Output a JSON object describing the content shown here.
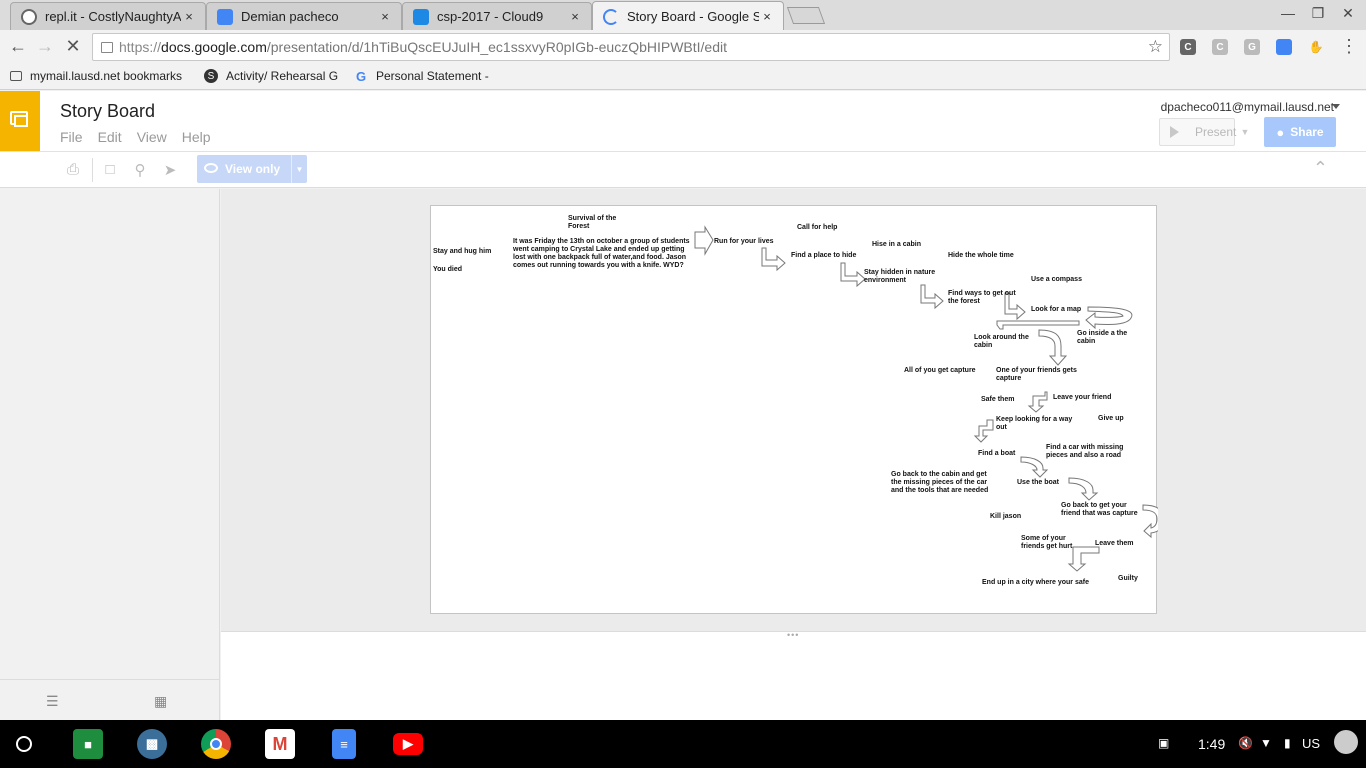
{
  "browser": {
    "tabs": [
      {
        "label": "repl.it - CostlyNaughtyA",
        "close": "×",
        "active": false
      },
      {
        "label": "Demian pacheco",
        "close": "×",
        "active": false
      },
      {
        "label": "csp-2017 - Cloud9",
        "close": "×",
        "active": false
      },
      {
        "label": "Story Board - Google Slic",
        "close": "×",
        "active": true
      }
    ],
    "url": {
      "scheme": "https://",
      "host": "docs.google.com",
      "path": "/presentation/d/1hTiBuQscEUJuIH_ec1ssxvyR0pIGb-euczQbHIPWBtI/edit"
    },
    "bookmarks": [
      {
        "label": "mymail.lausd.net bookmarks"
      },
      {
        "label": "Activity/ Rehearsal G"
      },
      {
        "label": "Personal Statement -"
      }
    ],
    "extensions": [
      {
        "letter": "C",
        "color": "#666666"
      },
      {
        "letter": "C",
        "color": "#bbbbbb"
      },
      {
        "letter": "G",
        "color": "#bbbbbb"
      },
      {
        "letter": "",
        "color": "#4285f4"
      }
    ]
  },
  "app": {
    "title": "Story Board",
    "menus": [
      "File",
      "Edit",
      "View",
      "Help"
    ],
    "user": "dpacheco011@mymail.lausd.net",
    "present_label": "Present",
    "share_label": "Share",
    "view_only_label": "View only",
    "accent": "#f4b400"
  },
  "slide": {
    "title": "Survival of the Forest",
    "texts": {
      "stay_hug": "Stay and hug him",
      "you_died": "You died",
      "intro": "It was Friday the 13th on october a  group of students went camping to Crystal Lake and ended up getting lost with one backpack full of water,and food. Jason comes out running towards you with a knife. WYD?",
      "run": "Run for your lives",
      "call": "Call for help",
      "find_place": "Find a place to hide",
      "hide_cabin": "Hise in a cabin",
      "hide_time": "Hide the whole time",
      "stay_hidden": "Stay hidden in nature environment",
      "compass": "Use a compass",
      "find_ways": "Find ways to get out the forest",
      "map": "Look for a map",
      "look_cabin": "Look around the cabin",
      "go_inside": "Go inside a the cabin",
      "all_capture": "All of you get capture",
      "one_capture": "One of your friends gets capture",
      "safe_them": "Safe them",
      "leave_friend": "Leave your friend",
      "keep_looking": "Keep looking for a way out",
      "give_up": "Give up",
      "find_boat": "Find a boat",
      "find_car": "Find a car with missing pieces and also a road",
      "go_back_cabin": "Go back to the cabin and get the missing pieces of the car and the tools that are needed",
      "use_boat": "Use the boat",
      "go_back_friend": "Go back to get your friend that was capture",
      "kill_jason": "Kill jason",
      "some_hurt": "Some of your friends get hurt",
      "leave_them": "Leave them",
      "guilty": "Guilty",
      "end_city": "End up in a city where your safe"
    }
  },
  "taskbar": {
    "clock": "1:49",
    "locale": "US",
    "apps": [
      {
        "name": "classroom",
        "color": "#1e8e3e"
      },
      {
        "name": "shield",
        "color": "#3c6e9a"
      },
      {
        "name": "chrome",
        "color": "#db4437"
      },
      {
        "name": "gmail",
        "color": "#ffffff"
      },
      {
        "name": "docs",
        "color": "#4285f4"
      },
      {
        "name": "youtube",
        "color": "#ff0000"
      }
    ]
  }
}
